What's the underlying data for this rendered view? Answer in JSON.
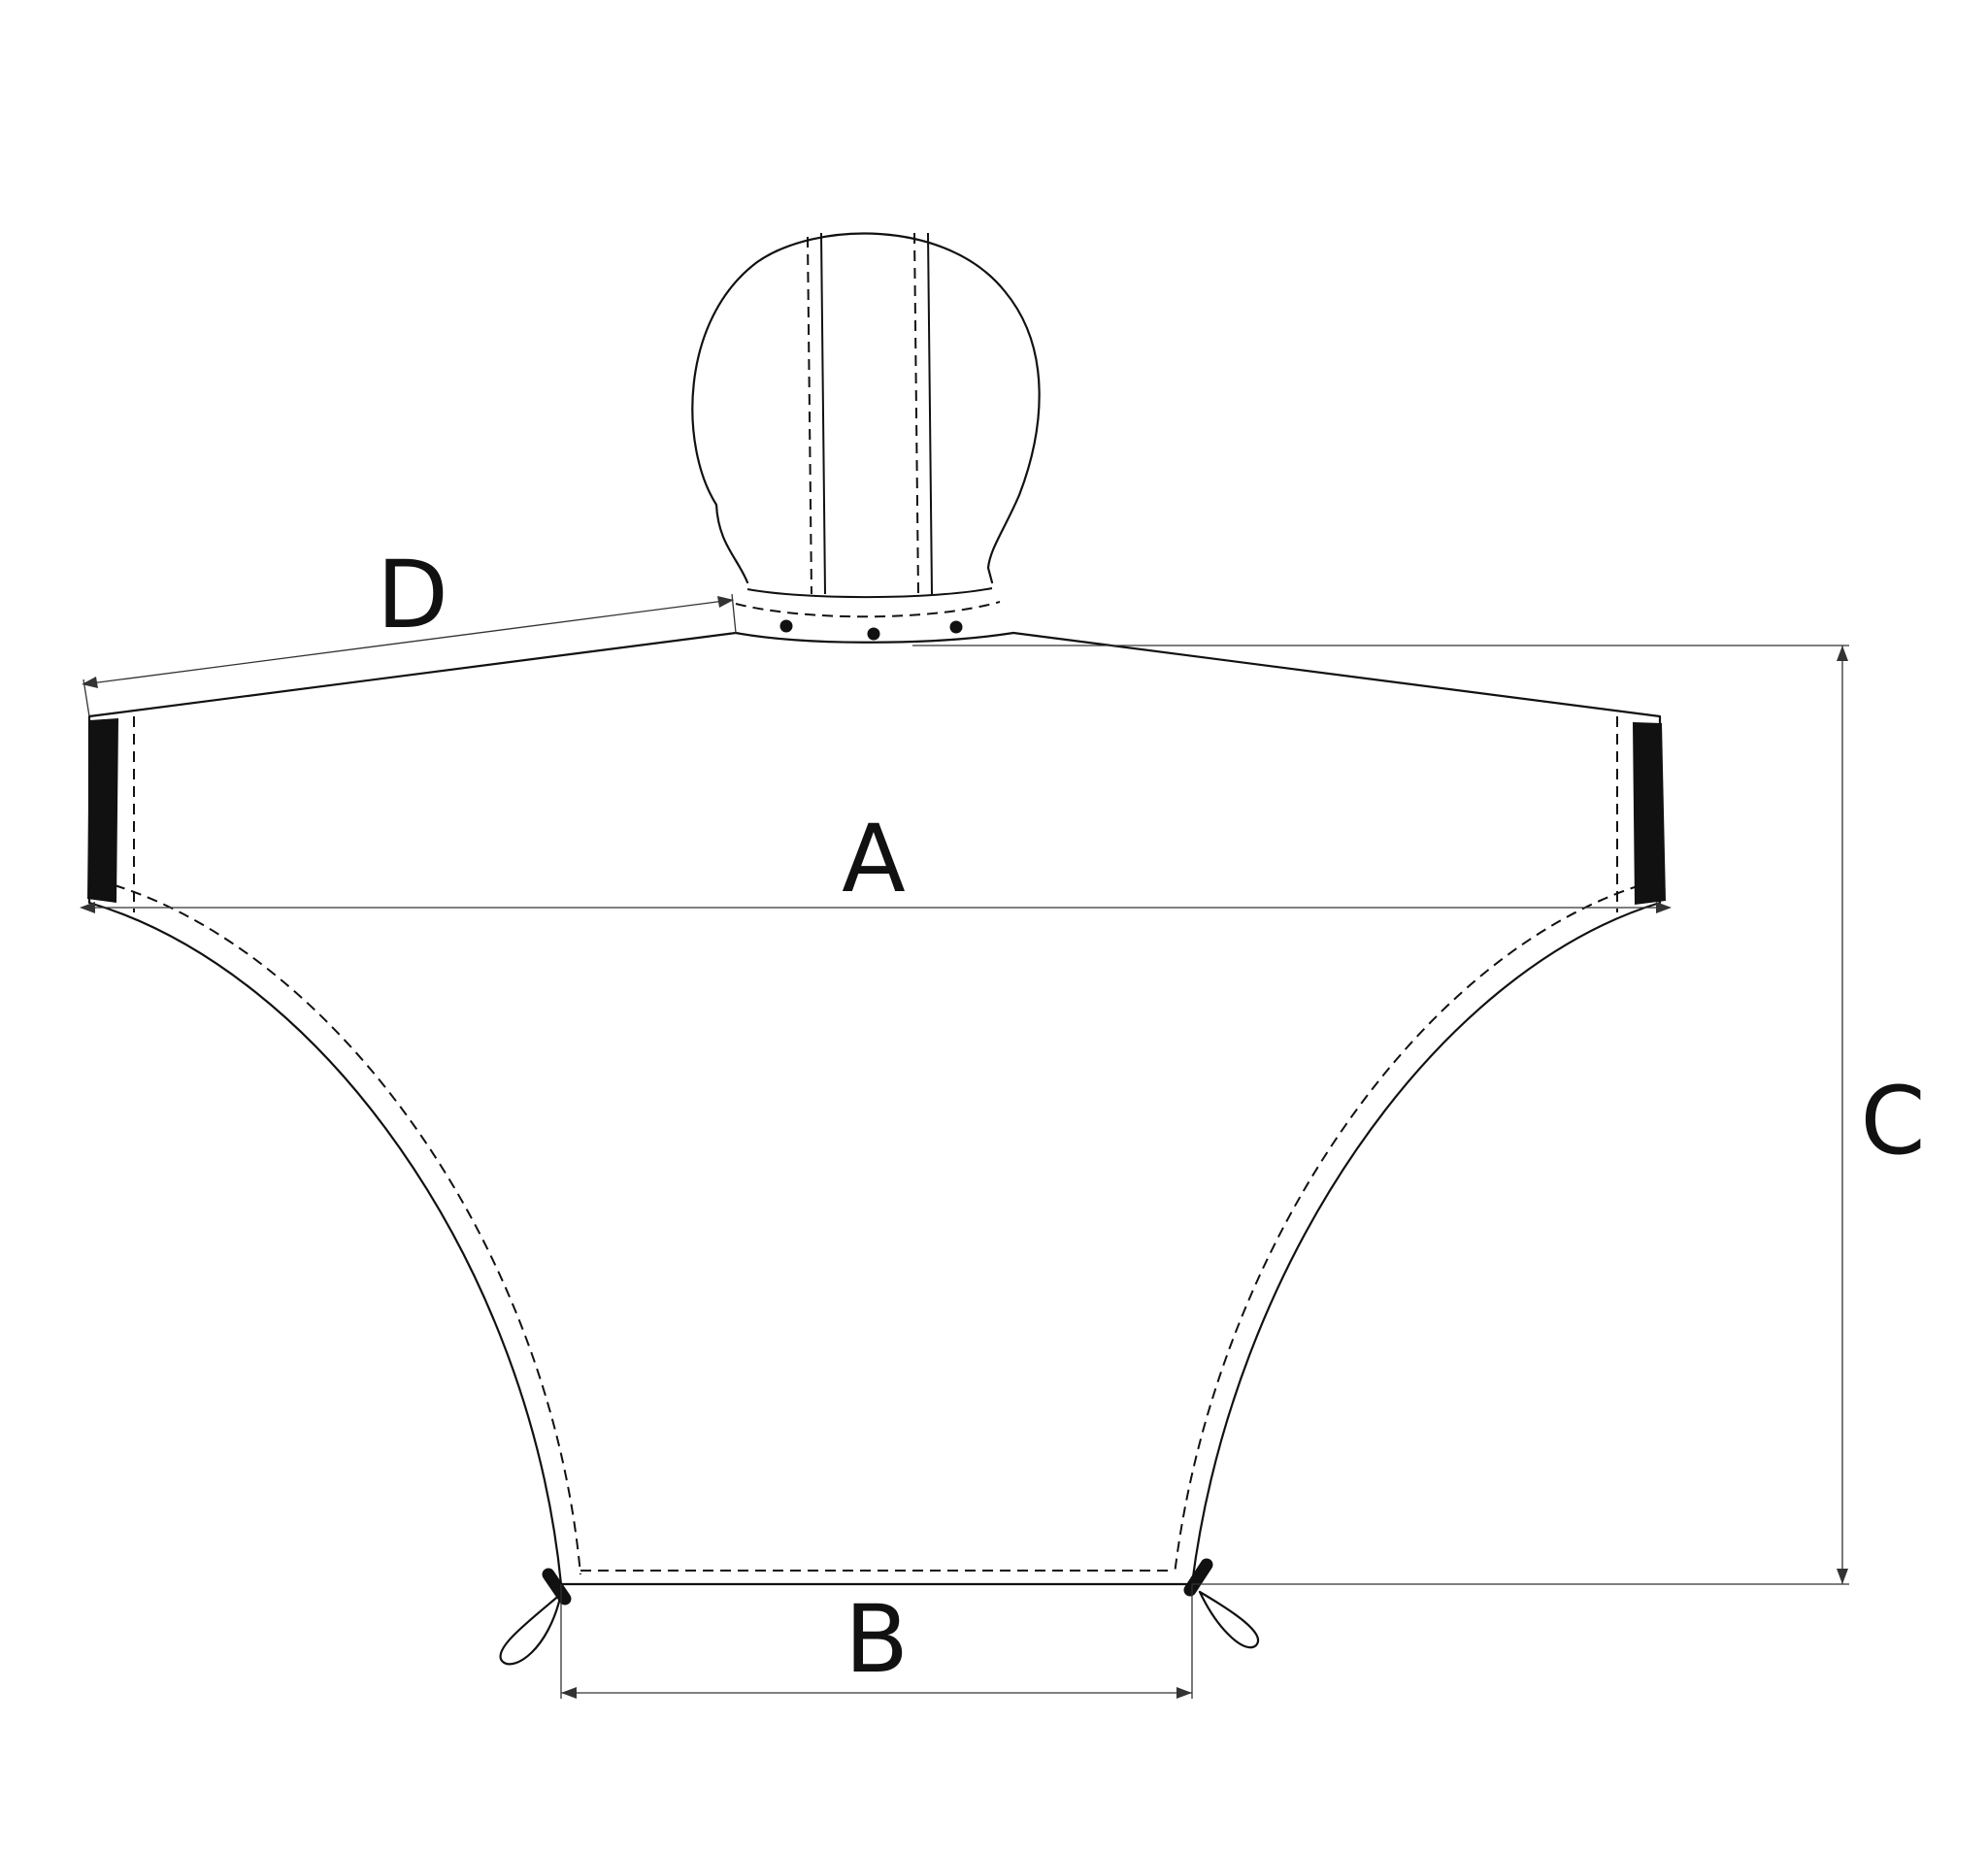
{
  "diagram": {
    "type": "garment measurement diagram",
    "labels": {
      "A": "A",
      "B": "B",
      "C": "C",
      "D": "D"
    },
    "colors": {
      "line": "#111111",
      "dimension_line": "#333333",
      "background": "#ffffff"
    }
  }
}
